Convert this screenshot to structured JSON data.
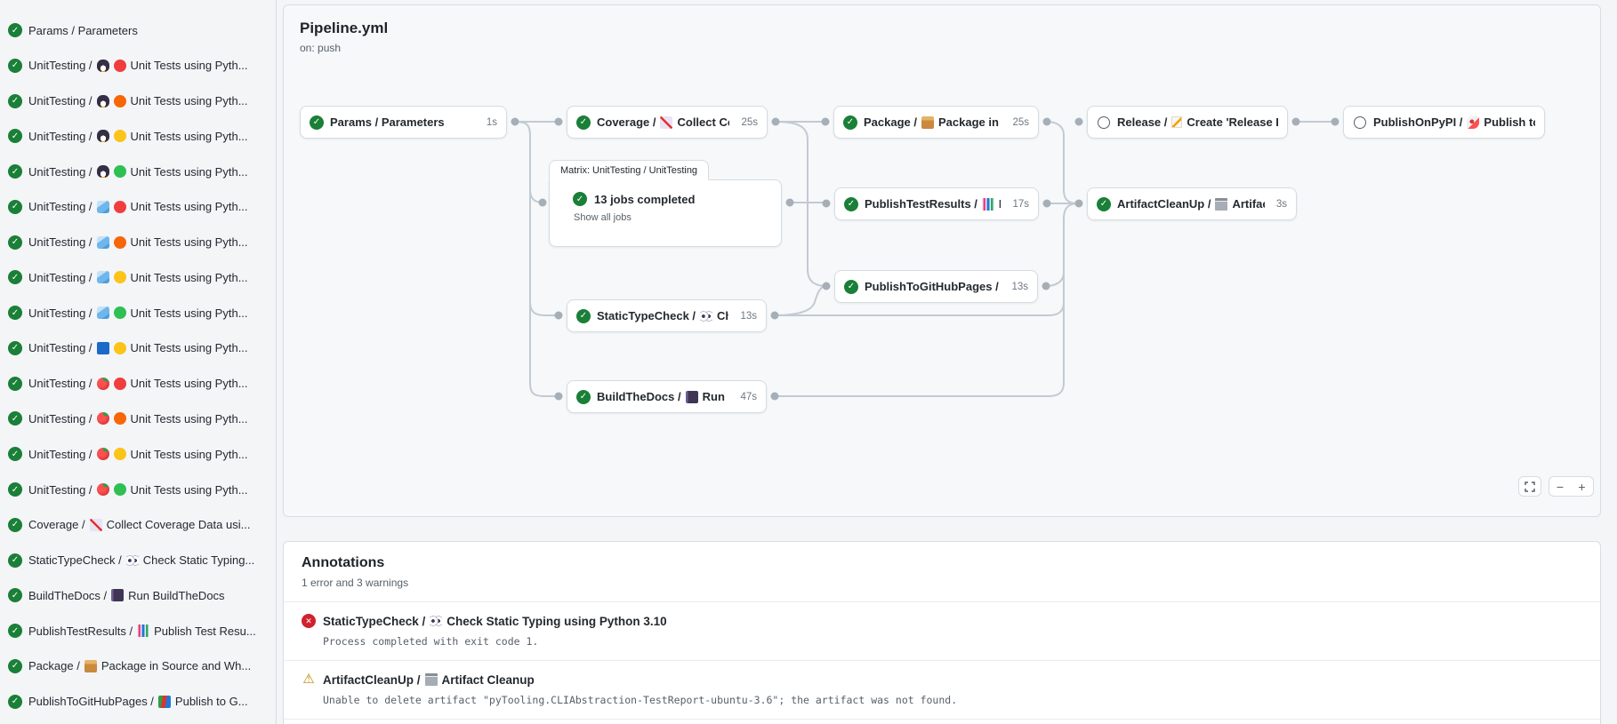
{
  "colors": {
    "success_green": "#1a7f37",
    "error_red": "#cf222e",
    "warning_yellow": "#bf8700",
    "skipped_gray": "#57606a",
    "edge_gray": "#c2cad2",
    "node_border": "#d6dce2",
    "canvas_bg": "#f6f8fa",
    "card_bg": "#ffffff"
  },
  "sidebar": {
    "items": [
      {
        "status": "success",
        "prefix": "Params / Parameters",
        "icons": [],
        "label": ""
      },
      {
        "status": "success",
        "prefix": "UnitTesting /",
        "icons": [
          "penguin",
          "red-circle"
        ],
        "label": "Unit Tests using Pyth..."
      },
      {
        "status": "success",
        "prefix": "UnitTesting /",
        "icons": [
          "penguin",
          "orange-circle"
        ],
        "label": "Unit Tests using Pyth..."
      },
      {
        "status": "success",
        "prefix": "UnitTesting /",
        "icons": [
          "penguin",
          "yellow-circle"
        ],
        "label": "Unit Tests using Pyth..."
      },
      {
        "status": "success",
        "prefix": "UnitTesting /",
        "icons": [
          "penguin",
          "green-circle"
        ],
        "label": "Unit Tests using Pyth..."
      },
      {
        "status": "success",
        "prefix": "UnitTesting /",
        "icons": [
          "ice-cube",
          "red-circle"
        ],
        "label": "Unit Tests using Pyth..."
      },
      {
        "status": "success",
        "prefix": "UnitTesting /",
        "icons": [
          "ice-cube",
          "orange-circle"
        ],
        "label": "Unit Tests using Pyth..."
      },
      {
        "status": "success",
        "prefix": "UnitTesting /",
        "icons": [
          "ice-cube",
          "yellow-circle"
        ],
        "label": "Unit Tests using Pyth..."
      },
      {
        "status": "success",
        "prefix": "UnitTesting /",
        "icons": [
          "ice-cube",
          "green-circle"
        ],
        "label": "Unit Tests using Pyth..."
      },
      {
        "status": "success",
        "prefix": "UnitTesting /",
        "icons": [
          "blue-square",
          "yellow-circle"
        ],
        "label": "Unit Tests using Pyth..."
      },
      {
        "status": "success",
        "prefix": "UnitTesting /",
        "icons": [
          "red-apple",
          "red-circle"
        ],
        "label": "Unit Tests using Pyth..."
      },
      {
        "status": "success",
        "prefix": "UnitTesting /",
        "icons": [
          "red-apple",
          "orange-circle"
        ],
        "label": "Unit Tests using Pyth..."
      },
      {
        "status": "success",
        "prefix": "UnitTesting /",
        "icons": [
          "red-apple",
          "yellow-circle"
        ],
        "label": "Unit Tests using Pyth..."
      },
      {
        "status": "success",
        "prefix": "UnitTesting /",
        "icons": [
          "red-apple",
          "green-circle"
        ],
        "label": "Unit Tests using Pyth..."
      },
      {
        "status": "success",
        "prefix": "Coverage /",
        "icons": [
          "chart-increasing"
        ],
        "label": "Collect Coverage Data usi..."
      },
      {
        "status": "success",
        "prefix": "StaticTypeCheck /",
        "icons": [
          "eyes"
        ],
        "label": "Check Static Typing..."
      },
      {
        "status": "success",
        "prefix": "BuildTheDocs /",
        "icons": [
          "notebook"
        ],
        "label": "Run BuildTheDocs"
      },
      {
        "status": "success",
        "prefix": "PublishTestResults /",
        "icons": [
          "bar-chart"
        ],
        "label": "Publish Test Resu..."
      },
      {
        "status": "success",
        "prefix": "Package /",
        "icons": [
          "package"
        ],
        "label": "Package in Source and Wh..."
      },
      {
        "status": "success",
        "prefix": "PublishToGitHubPages /",
        "icons": [
          "books"
        ],
        "label": "Publish to G..."
      }
    ]
  },
  "graph": {
    "title": "Pipeline.yml",
    "trigger": "on: push",
    "nodes": [
      {
        "id": "params",
        "status": "success",
        "prefix": "Params / Parameters",
        "icon": null,
        "label": "",
        "duration": "1s"
      },
      {
        "id": "coverage",
        "status": "success",
        "prefix": "Coverage /",
        "icon": "chart-increasing",
        "label": "Collect Cove...",
        "duration": "25s"
      },
      {
        "id": "package",
        "status": "success",
        "prefix": "Package /",
        "icon": "package",
        "label": "Package in So...",
        "duration": "25s"
      },
      {
        "id": "release",
        "status": "skipped",
        "prefix": "Release /",
        "icon": "memo",
        "label": "Create 'Release P...",
        "duration": ""
      },
      {
        "id": "publish_on_pypi",
        "status": "skipped",
        "prefix": "PublishOnPyPI /",
        "icon": "rocket",
        "label": "Publish to ...",
        "duration": ""
      },
      {
        "id": "publish_test_results",
        "status": "success",
        "prefix": "PublishTestResults /",
        "icon": "bar-chart",
        "label": "Pu...",
        "duration": "17s"
      },
      {
        "id": "artifact_cleanup",
        "status": "success",
        "prefix": "ArtifactCleanUp /",
        "icon": "wastebasket",
        "label": "Artifac...",
        "duration": "3s"
      },
      {
        "id": "static_type_check",
        "status": "success",
        "prefix": "StaticTypeCheck /",
        "icon": "eyes",
        "label": "Chec...",
        "duration": "13s"
      },
      {
        "id": "publish_to_github_pages",
        "status": "success",
        "prefix": "PublishToGitHubPages /",
        "icon": "books",
        "label": "...",
        "duration": "13s"
      },
      {
        "id": "build_the_docs",
        "status": "success",
        "prefix": "BuildTheDocs /",
        "icon": "notebook",
        "label": "Run Buil...",
        "duration": "47s"
      }
    ],
    "matrix": {
      "tab_label": "Matrix: UnitTesting / UnitTesting",
      "status": "success",
      "summary": "13 jobs completed",
      "show_all": "Show all jobs"
    },
    "controls": {
      "zoom_out_label": "−",
      "zoom_in_label": "+"
    }
  },
  "annotations": {
    "title": "Annotations",
    "summary": "1 error and 3 warnings",
    "items": [
      {
        "severity": "error",
        "prefix": "StaticTypeCheck /",
        "icon": "eyes",
        "label": "Check Static Typing using Python 3.10",
        "message": "Process completed with exit code 1."
      },
      {
        "severity": "warning",
        "prefix": "ArtifactCleanUp /",
        "icon": "wastebasket",
        "label": "Artifact Cleanup",
        "message": "Unable to delete artifact \"pyTooling.CLIAbstraction-TestReport-ubuntu-3.6\"; the artifact was not found."
      }
    ]
  }
}
